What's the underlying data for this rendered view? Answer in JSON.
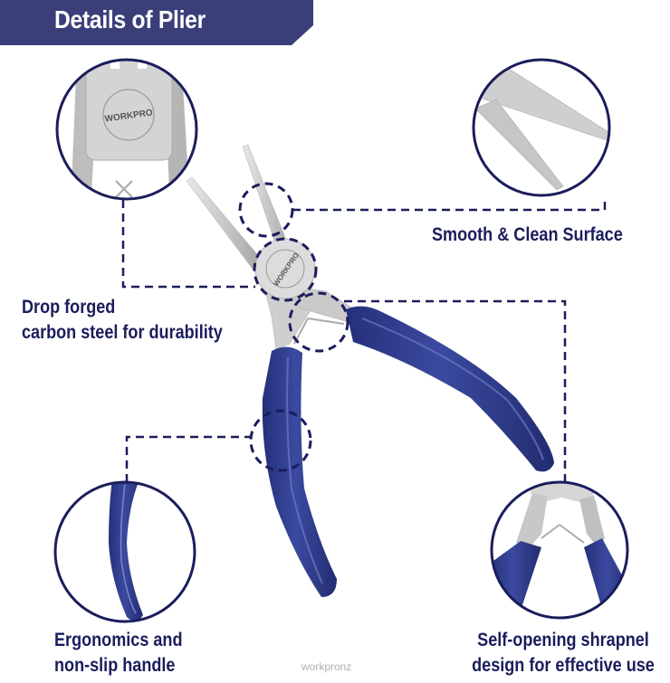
{
  "header": {
    "title": "Details of Plier",
    "banner_color": "#3a3f7a"
  },
  "callouts": [
    {
      "id": "drop-forged",
      "lines": [
        "Drop forged",
        "carbon steel for durability"
      ]
    },
    {
      "id": "smooth-surface",
      "lines": [
        "Smooth & Clean Surface"
      ]
    },
    {
      "id": "ergonomic-handle",
      "lines": [
        "Ergonomics and",
        "non-slip handle"
      ]
    },
    {
      "id": "self-opening",
      "lines": [
        "Self-opening shrapnel",
        "design for effective use"
      ]
    }
  ],
  "product": {
    "brand_mark": "WORKPRO",
    "handle_color": "#2e3a8c",
    "steel_color": "#c9c9c9"
  },
  "colors": {
    "text": "#1a1d5c",
    "outline": "#1a1d5c"
  },
  "watermark": "workpronz"
}
